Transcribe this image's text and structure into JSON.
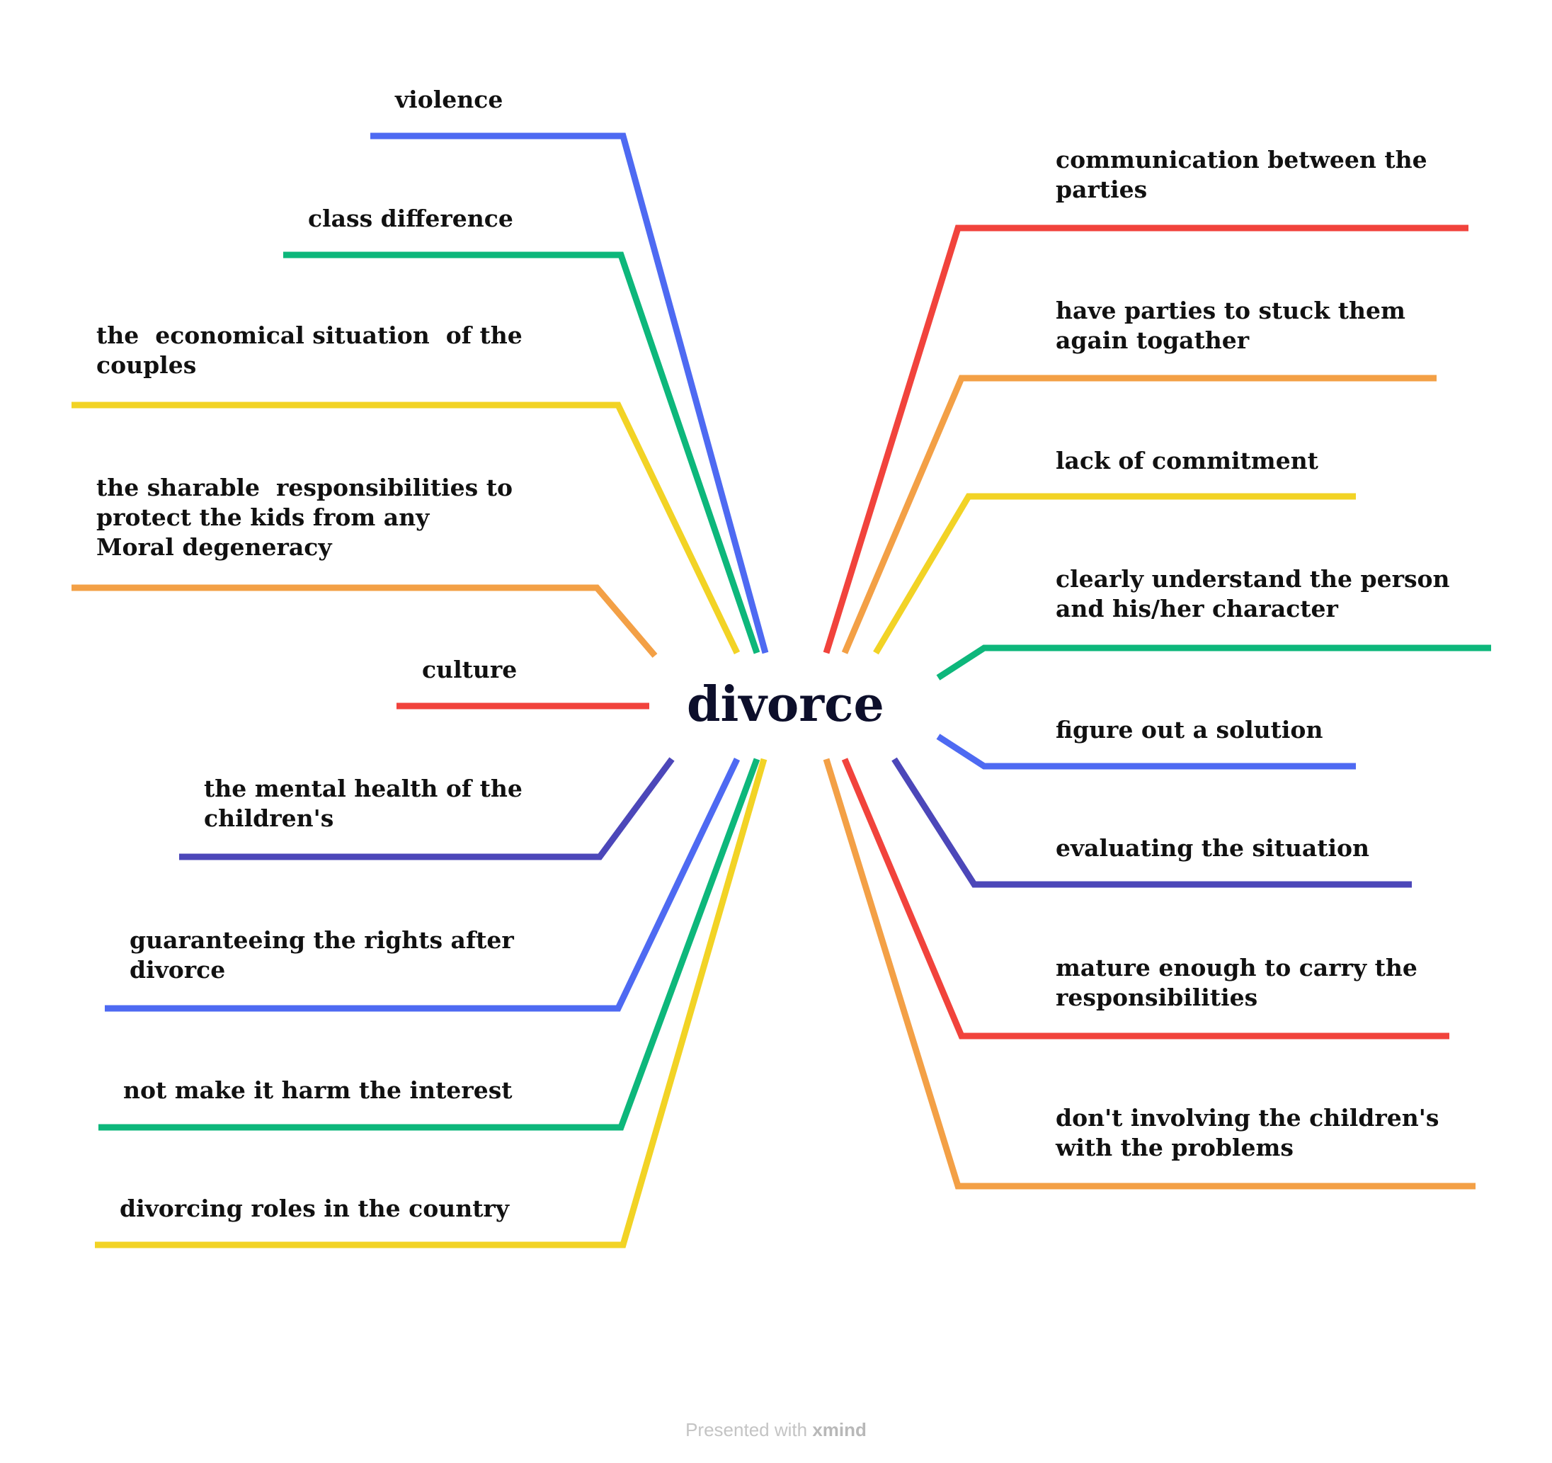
{
  "central_topic": "divorce",
  "colors": {
    "blue": "#4e6af2",
    "green": "#0db77b",
    "yellow": "#f2d325",
    "orange": "#f3a046",
    "red": "#f1433c",
    "indigo": "#4c47b9"
  },
  "left_topics": [
    {
      "text": "violence",
      "color": "blue"
    },
    {
      "text": "class difference",
      "color": "green"
    },
    {
      "text": "the  economical situation  of the\ncouples",
      "color": "yellow"
    },
    {
      "text": "the sharable  responsibilities to\nprotect the kids from any\nMoral degeneracy",
      "color": "orange"
    },
    {
      "text": "culture",
      "color": "red"
    },
    {
      "text": "the mental health of the\nchildren's",
      "color": "indigo"
    },
    {
      "text": "guaranteeing the rights after\ndivorce",
      "color": "blue"
    },
    {
      "text": "not make it harm the interest",
      "color": "green"
    },
    {
      "text": "divorcing roles in the country",
      "color": "yellow"
    }
  ],
  "right_topics": [
    {
      "text": "communication between the\nparties",
      "color": "red"
    },
    {
      "text": "have parties to stuck them\nagain togather",
      "color": "orange"
    },
    {
      "text": "lack of commitment",
      "color": "yellow"
    },
    {
      "text": "clearly understand the person\nand his/her character",
      "color": "green"
    },
    {
      "text": "figure out a solution",
      "color": "blue"
    },
    {
      "text": "evaluating the situation",
      "color": "indigo"
    },
    {
      "text": "mature enough to carry the\nresponsibilities",
      "color": "red"
    },
    {
      "text": "don't involving the children's\nwith the problems",
      "color": "orange"
    }
  ],
  "footer": {
    "prefix": "Presented with ",
    "brand": "xmind"
  }
}
